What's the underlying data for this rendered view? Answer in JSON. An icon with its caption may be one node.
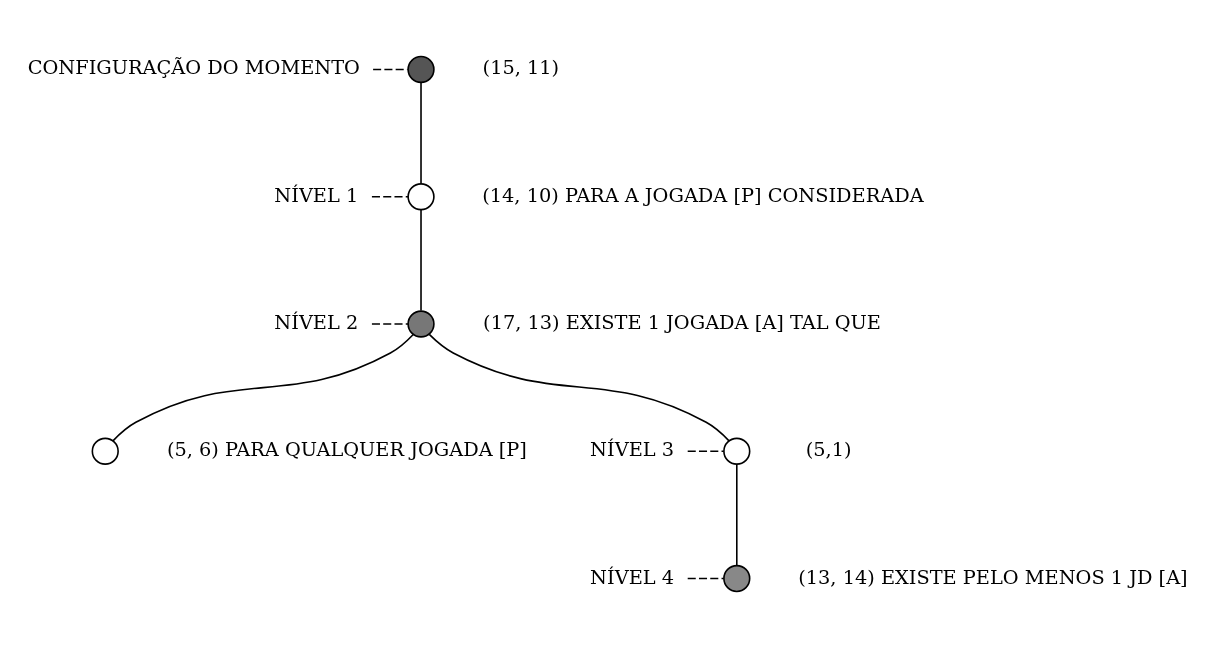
{
  "diagram": {
    "nodes": [
      {
        "text": [
          "CONFIGURAÇÃO DO MOMENTO"
        ]
      },
      {
        "text": [],
        "shape": "circle",
        "beside": [
          "(15, 11)"
        ]
      },
      {
        "text": [
          "NÍVEL 1"
        ]
      },
      {
        "text": [],
        "shape": "circle",
        "beside": [
          "(14, 10) PARA A JOGADA [P] CONSIDERADA"
        ]
      },
      {
        "text": [
          "NÍVEL 2"
        ]
      },
      {
        "text": [],
        "shape": "circle",
        "beside": [
          "(17, 13) EXISTE 1 JOGADA [A] TAL QUE"
        ]
      },
      {
        "text": [
          "NÍVEL 3"
        ]
      },
      {
        "text": [],
        "shape": "circle",
        "beside": [
          "(5,1)"
        ]
      },
      {
        "text": [],
        "shape": "circle",
        "beside": [
          "(5, 6) PARA QUALQUER JOGADA [P]"
        ]
      },
      {
        "text": [
          "NÍVEL 4"
        ]
      },
      {
        "text": [],
        "shape": "circle",
        "beside": [
          "(13, 14) EXISTE PELO MENOS 1 JD [A]"
        ]
      }
    ],
    "edges": [
      {
        "from": 0,
        "to": 1,
        "arrow": "none",
        "style": "dashed"
      },
      {
        "from": 1,
        "to": 3,
        "arrow": "none"
      },
      {
        "from": 2,
        "to": 3,
        "arrow": "none",
        "style": "dashed"
      },
      {
        "from": 3,
        "to": 5,
        "arrow": "none"
      },
      {
        "from": 4,
        "to": 5,
        "arrow": "none",
        "style": "dashed"
      },
      {
        "from": 5,
        "to": 7,
        "arrow": "none"
      },
      {
        "from": 5,
        "to": 8,
        "arrow": "none"
      },
      {
        "from": 6,
        "to": 7,
        "arrow": "none",
        "style": "dashed"
      },
      {
        "from": 7,
        "to": 10,
        "arrow": "none"
      },
      {
        "from": 9,
        "to": 10,
        "arrow": "none",
        "style": "dashed"
      }
    ]
  }
}
